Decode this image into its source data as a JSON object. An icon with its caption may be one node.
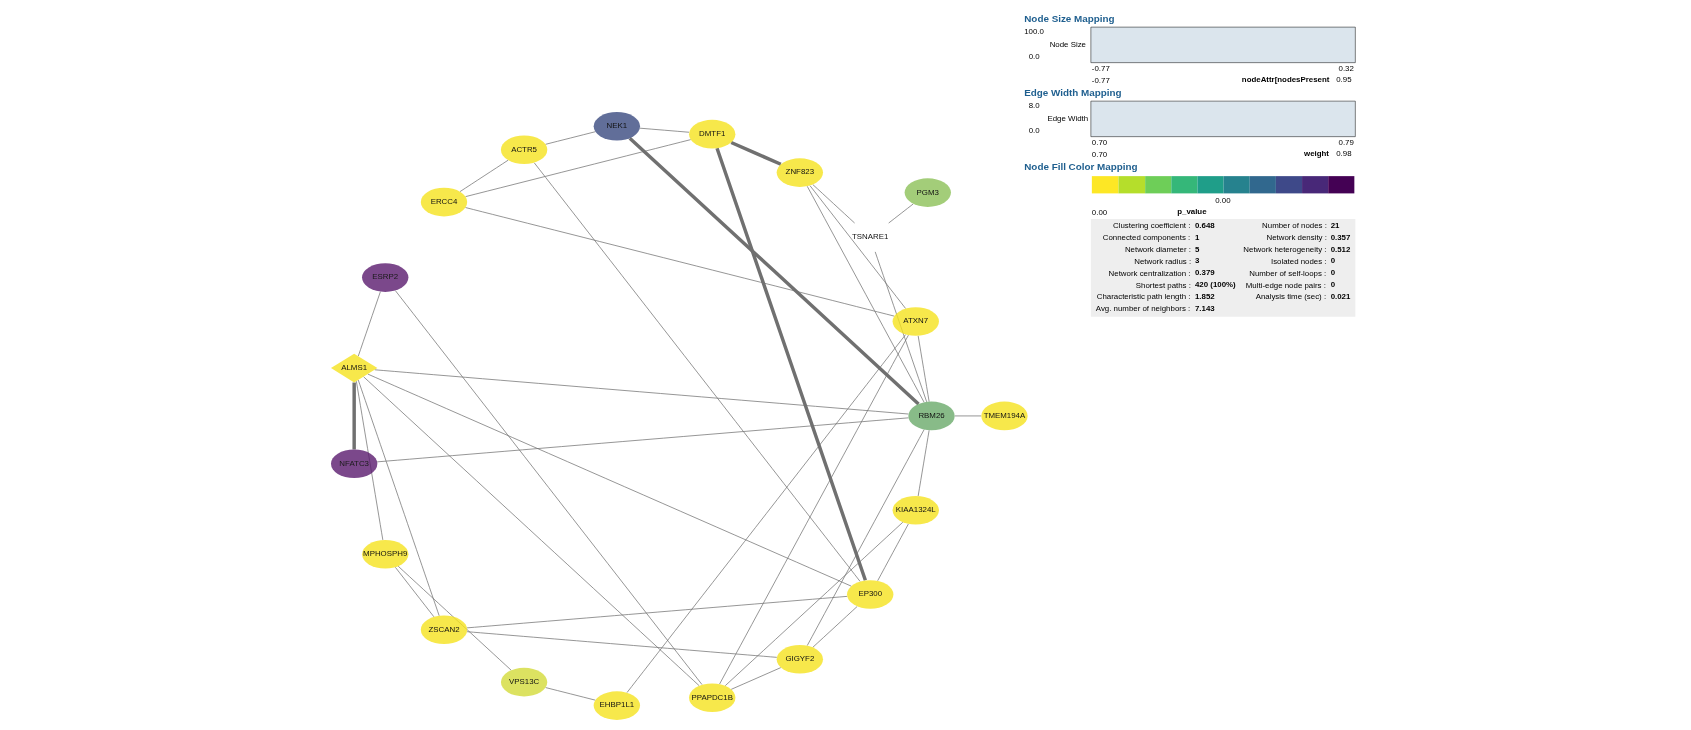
{
  "diagram": {
    "nodes": [
      {
        "text": [
          "DMTF1"
        ]
      },
      {
        "text": [
          "ACTR5"
        ]
      },
      {
        "text": [
          "ESRP2"
        ]
      },
      {
        "text": [
          "NFATC3"
        ]
      },
      {
        "text": [
          "TSNARE1"
        ]
      },
      {
        "text": [
          "ALMS1"
        ]
      },
      {
        "text": [
          "GIGYF2"
        ]
      },
      {
        "text": [
          "ATXN7"
        ]
      },
      {
        "text": [
          "KIAA1324L"
        ]
      },
      {
        "text": [
          "VPS13C"
        ]
      },
      {
        "text": [
          "TMEM194A"
        ]
      },
      {
        "text": [
          "NEK1"
        ]
      },
      {
        "text": [
          "PGM3"
        ]
      },
      {
        "text": [
          "ERCC4"
        ]
      },
      {
        "text": [
          "EP300"
        ]
      },
      {
        "text": [
          "ZNF823"
        ]
      },
      {
        "text": [
          "ZSCAN2"
        ]
      },
      {
        "text": [
          "PPAPDC1B"
        ]
      },
      {
        "text": [
          "RBM26"
        ]
      },
      {
        "text": [
          "MPHOSPH9"
        ]
      },
      {
        "text": [
          "EHBP1L1"
        ]
      }
    ],
    "edges": [
      {
        "from": 5,
        "to": 18,
        "arrow": "none"
      },
      {
        "from": 5,
        "to": 19,
        "arrow": "none"
      },
      {
        "from": 5,
        "to": 17,
        "arrow": "none"
      },
      {
        "from": 5,
        "to": 14,
        "arrow": "none"
      },
      {
        "from": 5,
        "to": 16,
        "arrow": "none"
      },
      {
        "from": 4,
        "to": 18,
        "arrow": "none"
      },
      {
        "from": 4,
        "to": 15,
        "arrow": "none"
      },
      {
        "from": 3,
        "to": 5,
        "arrow": "none",
        "style": "thick"
      },
      {
        "from": 2,
        "to": 5,
        "arrow": "none"
      },
      {
        "from": 0,
        "to": 14,
        "arrow": "none",
        "style": "thick"
      },
      {
        "from": 0,
        "to": 15,
        "arrow": "none",
        "style": "thick"
      },
      {
        "from": 0,
        "to": 13,
        "arrow": "none"
      },
      {
        "from": 1,
        "to": 14,
        "arrow": "none"
      },
      {
        "from": 1,
        "to": 11,
        "arrow": "none"
      },
      {
        "from": 0,
        "to": 11,
        "arrow": "none"
      },
      {
        "from": 20,
        "to": 7,
        "arrow": "none"
      },
      {
        "from": 18,
        "to": 7,
        "arrow": "none"
      },
      {
        "from": 18,
        "to": 6,
        "arrow": "none"
      },
      {
        "from": 18,
        "to": 8,
        "arrow": "none"
      },
      {
        "from": 17,
        "to": 7,
        "arrow": "none"
      },
      {
        "from": 17,
        "to": 8,
        "arrow": "none"
      },
      {
        "from": 16,
        "to": 6,
        "arrow": "none"
      },
      {
        "from": 19,
        "to": 9,
        "arrow": "none"
      },
      {
        "from": 15,
        "to": 7,
        "arrow": "none"
      },
      {
        "from": 14,
        "to": 6,
        "arrow": "none"
      },
      {
        "from": 13,
        "to": 1,
        "arrow": "none"
      },
      {
        "from": 12,
        "to": 4,
        "arrow": "none"
      },
      {
        "from": 11,
        "to": 18,
        "arrow": "none",
        "style": "thick"
      },
      {
        "from": 10,
        "to": 18,
        "arrow": "none"
      },
      {
        "from": 9,
        "to": 20,
        "arrow": "none"
      },
      {
        "from": 8,
        "to": 14,
        "arrow": "none"
      },
      {
        "from": 7,
        "to": 13,
        "arrow": "none"
      },
      {
        "from": 6,
        "to": 17,
        "arrow": "none"
      },
      {
        "from": 2,
        "to": 17,
        "arrow": "none"
      },
      {
        "from": 3,
        "to": 18,
        "arrow": "none"
      },
      {
        "from": 16,
        "to": 14,
        "arrow": "none"
      },
      {
        "from": 18,
        "to": 15,
        "arrow": "none"
      },
      {
        "from": 19,
        "to": 16,
        "arrow": "none"
      }
    ],
    "labels": [
      "Node Size Mapping",
      "100.0",
      "Node Size",
      "0.0",
      "-0.77",
      "0.32",
      "-0.77",
      "nodeAttr[nodesPresent",
      "0.95",
      "Edge Width Mapping",
      "8.0",
      "Edge Width",
      "0.0",
      "0.70",
      "0.79",
      "0.70",
      "weight",
      "0.98",
      "Node Fill Color Mapping",
      "0.00",
      "0.00",
      "p_value",
      "Clustering coefficient :",
      "0.648",
      "Number of nodes :",
      "21",
      "Connected components :",
      "1",
      "Network density :",
      "0.357",
      "Network diameter :",
      "5",
      "Network heterogeneity :",
      "0.512",
      "Network radius :",
      "3",
      "Isolated nodes :",
      "0",
      "Network centralization :",
      "0.379",
      "Number of self-loops :",
      "0",
      "Shortest paths :",
      "420 (100%)",
      "Multi-edge node pairs :",
      "0",
      "Characteristic path length :",
      "1.852",
      "Analysis time (sec) :",
      "0.021",
      "Avg. number of neighbors :",
      "7.143"
    ]
  }
}
